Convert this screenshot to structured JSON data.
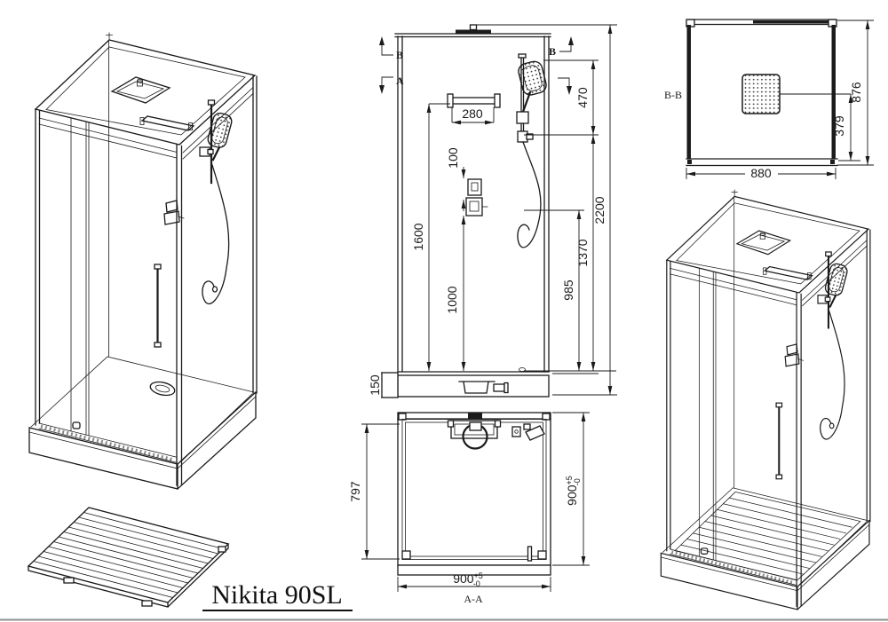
{
  "title": "Nikita 90SL",
  "colors": {
    "line": "#1a1a1a",
    "background": "#ffffff"
  },
  "front_view": {
    "marker_b_left": "B",
    "marker_a_left": "A",
    "marker_b_right": "B",
    "dim_shelf_width": "280",
    "dim_rail_span": "470",
    "dim_mixer_gap": "100",
    "dim_shelf_height": "1600",
    "dim_mixer_height": "1000",
    "dim_holder_height": "985",
    "dim_rail_low_height": "1370",
    "dim_total_height": "2200",
    "dim_tray_height": "150"
  },
  "plan_view": {
    "label": "A-A",
    "dim_inner_depth": "797",
    "dim_depth": "900",
    "dim_depth_tol_up": "+5",
    "dim_depth_tol_dn": "-0",
    "dim_width": "900",
    "dim_width_tol_up": "+5",
    "dim_width_tol_dn": "-0"
  },
  "section_view": {
    "label": "B-B",
    "dim_width": "880",
    "dim_depth": "876",
    "dim_head_offset": "379"
  }
}
